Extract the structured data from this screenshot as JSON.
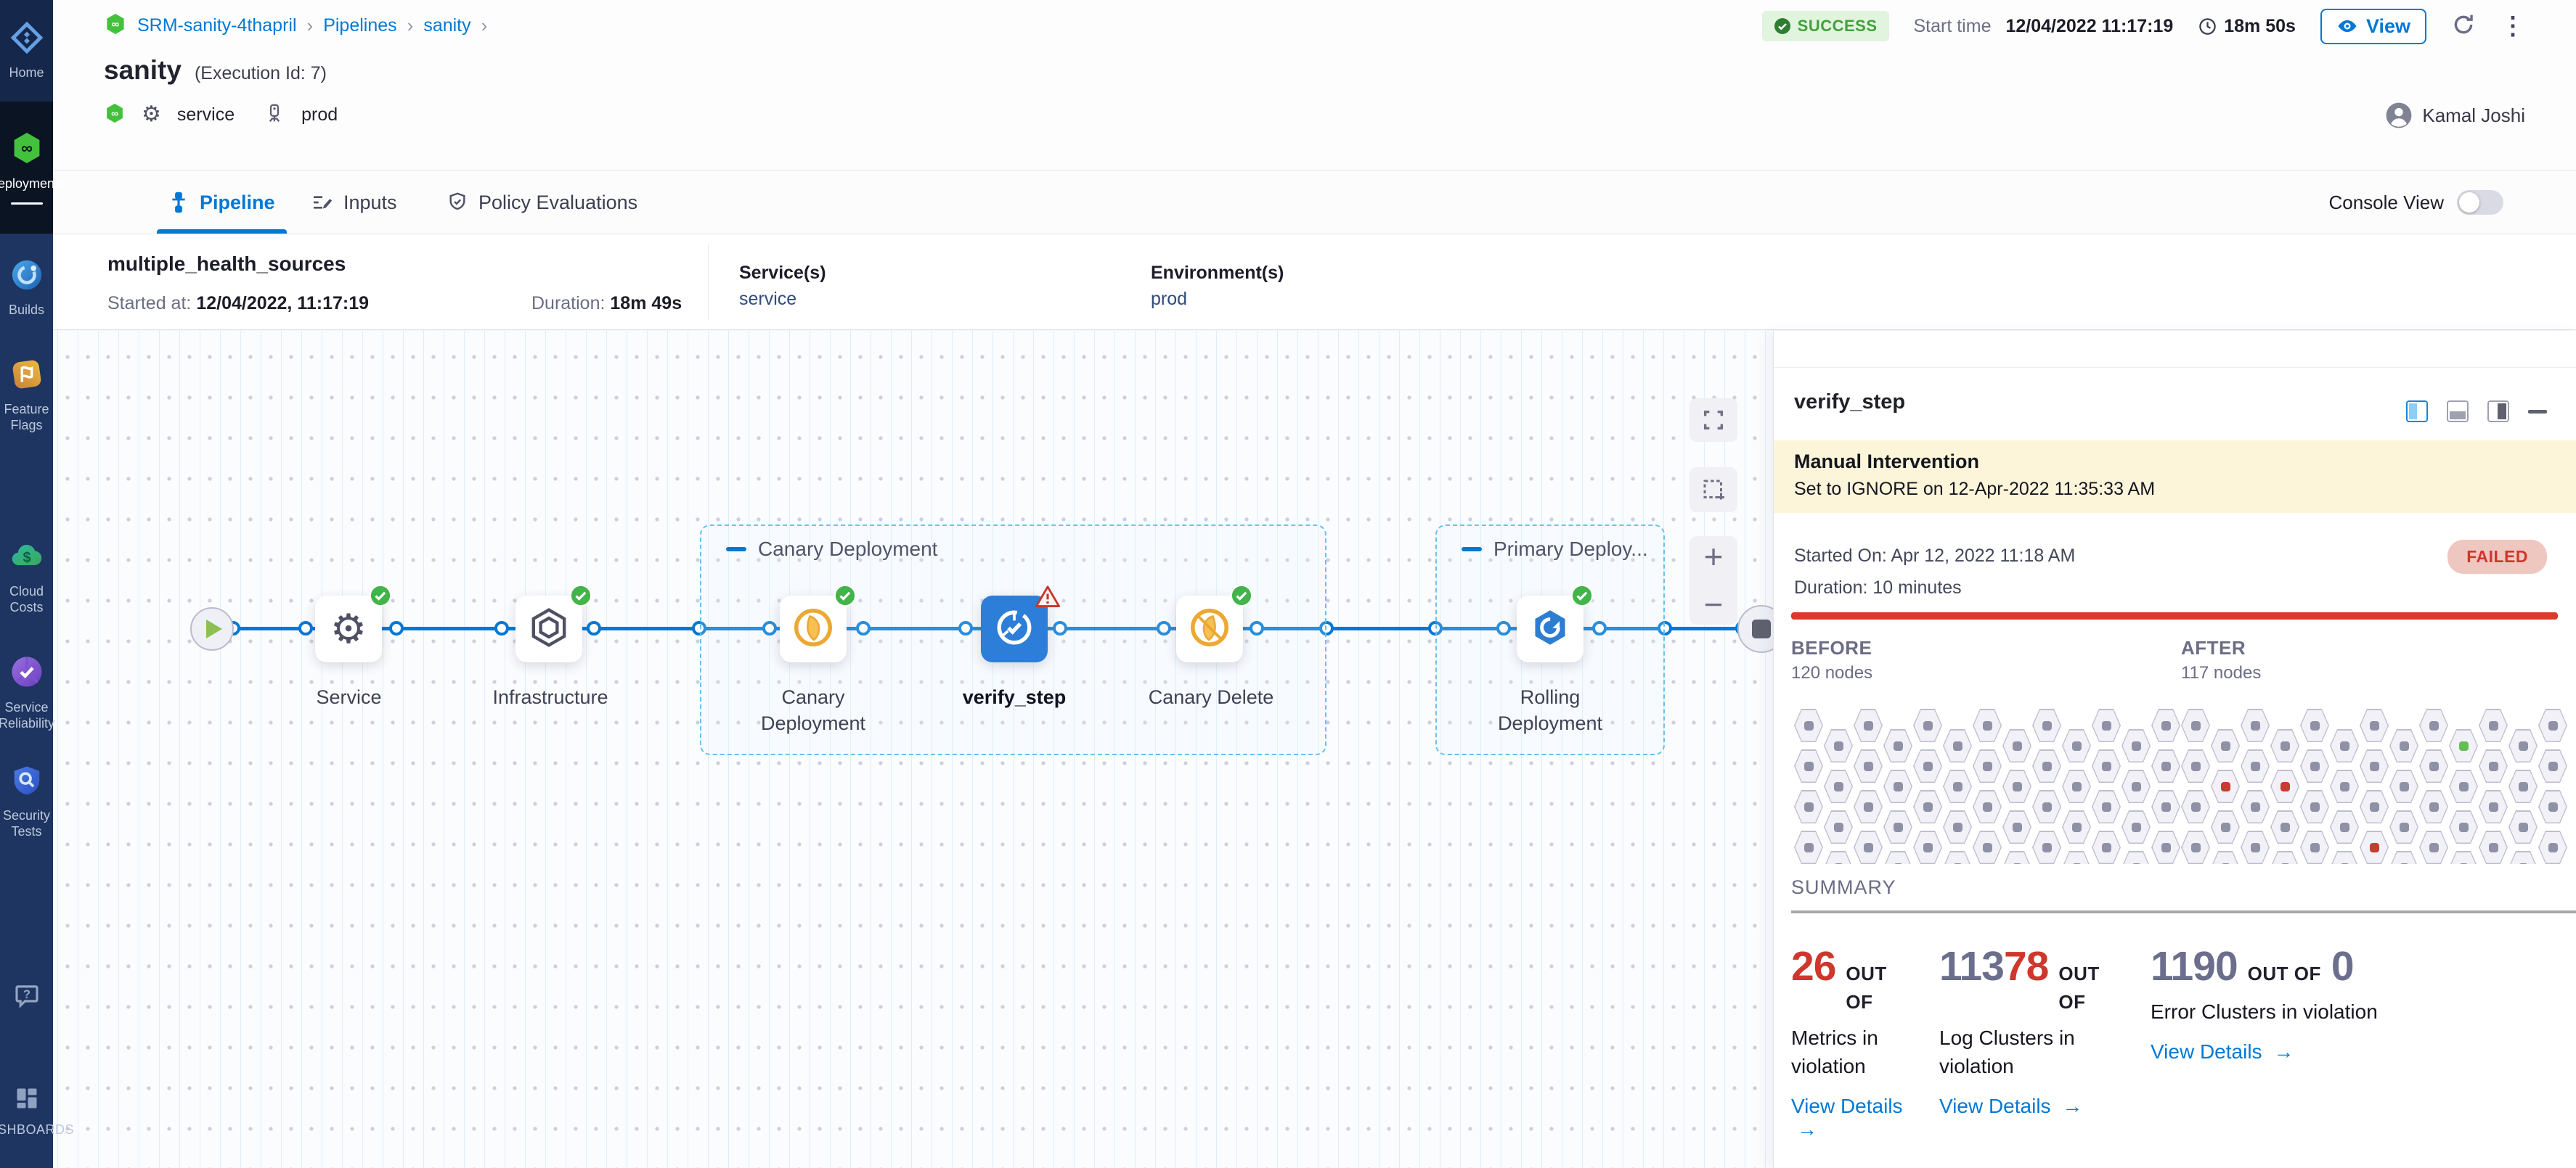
{
  "colors": {
    "primary_blue": "#0278d5",
    "success_green": "#42a03c",
    "failed_red": "#cf362b",
    "violation_red": "#cf372c",
    "number_gray": "#6b6e8c",
    "hex_dot_gray": "#8f91a6",
    "hex_dot_red": "#c63c30",
    "hex_dot_green": "#63bd53",
    "banner_yellow": "#fcf5da",
    "selected_node_blue": "#2c7ed8"
  },
  "sidebar": {
    "items": [
      {
        "label": "Home"
      },
      {
        "label": "Deployments",
        "active": true
      },
      {
        "label": "Builds"
      },
      {
        "label": "Feature Flags"
      },
      {
        "label": "Cloud Costs"
      },
      {
        "label": "Service Reliability"
      },
      {
        "label": "Security Tests"
      }
    ],
    "dashboards_label": "DASHBOARDS"
  },
  "header": {
    "breadcrumb": [
      "SRM-sanity-4thapril",
      "Pipelines",
      "sanity"
    ],
    "title": "sanity",
    "execution_id": "(Execution Id: 7)",
    "service_tag": "service",
    "environment_tag": "prod",
    "status": "SUCCESS",
    "start_time_label": "Start time",
    "start_time": "12/04/2022 11:17:19",
    "duration": "18m 50s",
    "view_label": "View",
    "user": "Kamal Joshi"
  },
  "tabs": {
    "pipeline": "Pipeline",
    "inputs": "Inputs",
    "policy": "Policy Evaluations",
    "console_view": "Console View"
  },
  "run_info": {
    "name": "multiple_health_sources",
    "started_label": "Started at:",
    "started": "12/04/2022, 11:17:19",
    "duration_label": "Duration:",
    "duration": "18m 49s",
    "services_label": "Service(s)",
    "services": "service",
    "env_label": "Environment(s)",
    "env": "prod"
  },
  "pipeline": {
    "nodes": [
      {
        "label": "Service"
      },
      {
        "label": "Infrastructure"
      },
      {
        "label": "Canary Deployment"
      },
      {
        "label": "verify_step"
      },
      {
        "label": "Canary Delete"
      },
      {
        "label": "Rolling Deployment"
      }
    ],
    "groups": [
      {
        "label": "Canary Deployment"
      },
      {
        "label": "Primary Deploy..."
      }
    ]
  },
  "panel": {
    "title": "verify_step",
    "banner_title": "Manual Intervention",
    "banner_text": "Set to IGNORE on 12-Apr-2022 11:35:33 AM",
    "started_on": "Started On: Apr 12, 2022 11:18 AM",
    "duration": "Duration: 10 minutes",
    "status": "FAILED",
    "before_label": "BEFORE",
    "before_nodes": "120 nodes",
    "after_label": "AFTER",
    "after_nodes": "117 nodes",
    "summary_label": "SUMMARY",
    "grids": {
      "cols": 13,
      "rows": 4,
      "before": {
        "specials": {}
      },
      "after": {
        "specials": {
          "9-0": "green",
          "1-1": "red",
          "3-1": "red",
          "6-3": "red"
        }
      }
    },
    "summary_cards": [
      {
        "segments": [
          {
            "text": "26",
            "color": "red"
          }
        ],
        "out": "OUT OF",
        "total": "",
        "label": "Metrics in violation",
        "link": "View Details"
      },
      {
        "segments": [
          {
            "text": "113",
            "color": "gray"
          },
          {
            "text": "78",
            "color": "red"
          }
        ],
        "out": "OUT OF",
        "total": "",
        "label": "Log Clusters in violation",
        "link": "View Details"
      },
      {
        "segments": [
          {
            "text": "1190",
            "color": "gray"
          }
        ],
        "out": "OUT OF",
        "total": "0",
        "label": "Error Clusters in violation",
        "link": "View Details"
      }
    ]
  }
}
